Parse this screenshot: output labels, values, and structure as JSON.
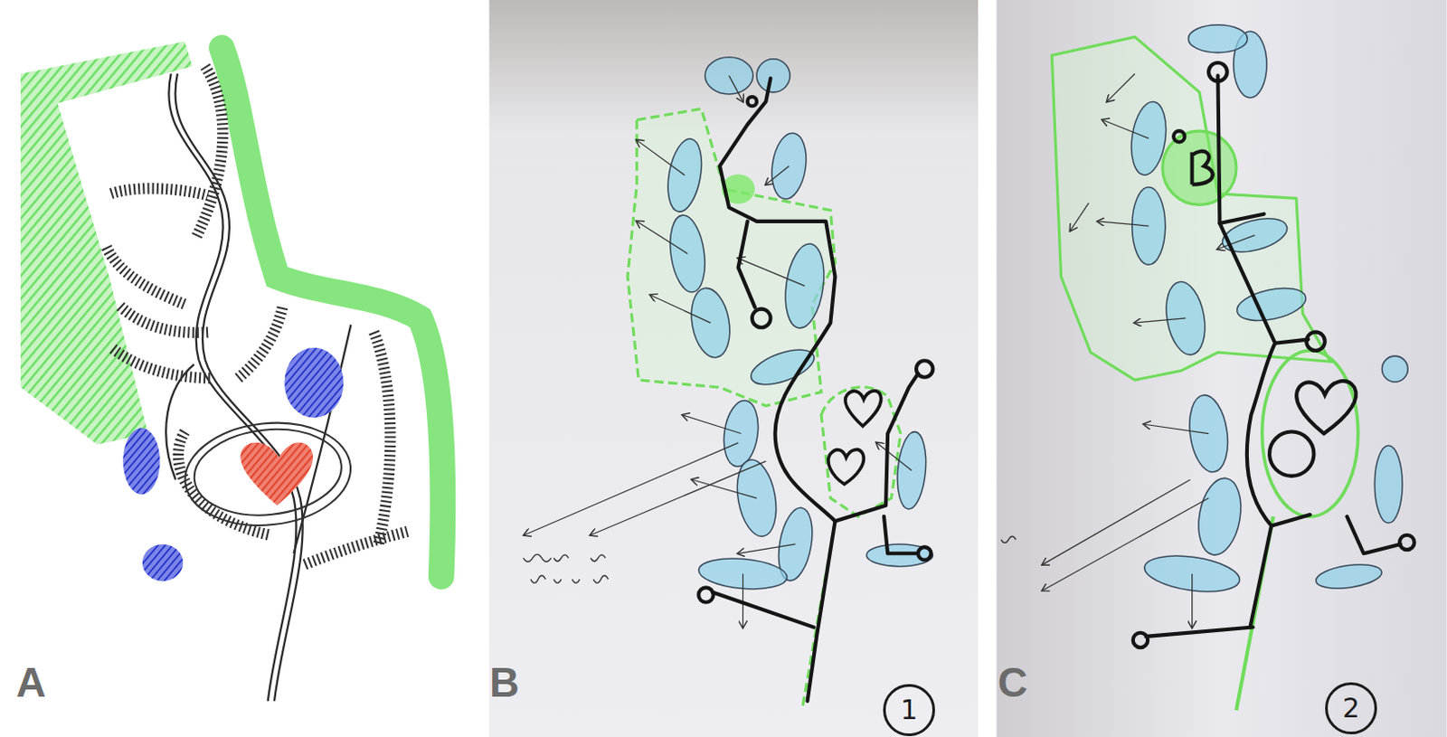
{
  "diagram": {
    "nodes": [
      {
        "text": [
          "1"
        ]
      },
      {
        "text": [
          "2"
        ]
      }
    ],
    "labels": [
      "A",
      "B",
      "C"
    ]
  }
}
